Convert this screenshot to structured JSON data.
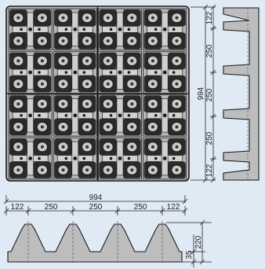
{
  "dimensions": {
    "top_view": {
      "side_length": "994",
      "vertical_segments": [
        "122",
        "250",
        "250",
        "250",
        "122"
      ]
    },
    "section_view": {
      "overall_width": "994",
      "segments": [
        "122",
        "250",
        "250",
        "250",
        "122"
      ],
      "base_thickness": "35",
      "total_height": "220"
    }
  },
  "colors": {
    "background": "#dfeaf4",
    "panel_fill": "#bdbdbd",
    "outline": "#1a1a1a"
  }
}
